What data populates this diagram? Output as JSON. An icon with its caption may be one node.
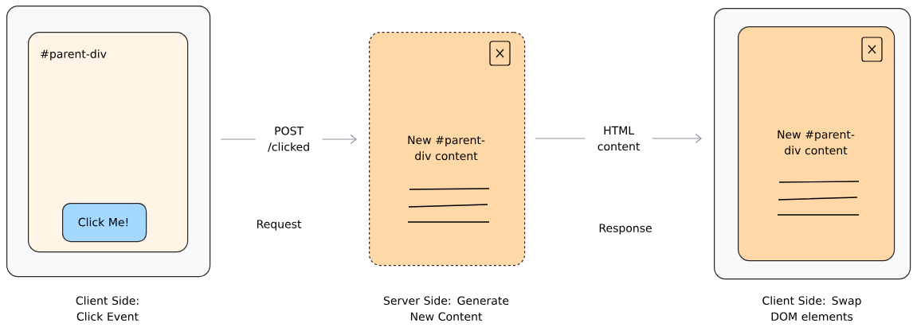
{
  "diagram": {
    "nodes": [
      {
        "text": [],
        "shape": "box",
        "beside": [
          "Client Side: Click Event"
        ]
      },
      {
        "text": [
          "#parent-div"
        ],
        "in": 0
      },
      {
        "text": [
          "Click Me!"
        ],
        "in": 1
      },
      {
        "text": [
          "New #parent-div content"
        ],
        "beside": [
          "Server Side: Generate New Content"
        ]
      },
      {
        "text": [],
        "shape": "box",
        "beside": [
          "Client Side: Swap DOM elements"
        ]
      },
      {
        "text": [
          "New #parent-div content"
        ],
        "in": 4
      }
    ],
    "edges": [
      {
        "from": 0,
        "to": 3,
        "arrow": "to",
        "label": "POST /clicked"
      },
      {
        "from": 3,
        "to": 4,
        "arrow": "to",
        "label": "HTML content"
      }
    ],
    "labels": [
      "Request",
      "Response"
    ]
  }
}
